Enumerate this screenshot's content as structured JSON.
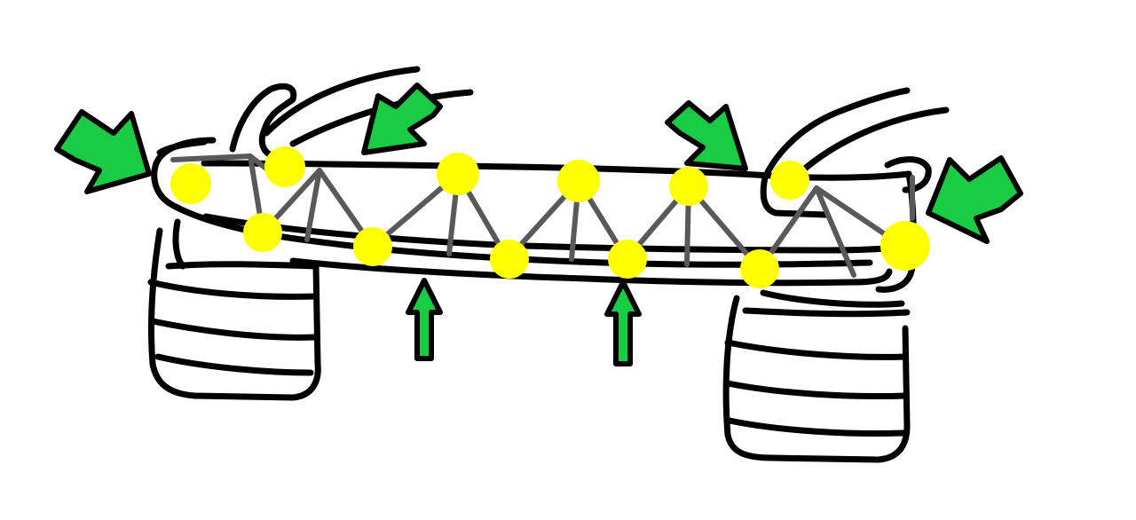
{
  "colors": {
    "background": "#ffffff",
    "outline": "#000000",
    "joints": "#ffff00",
    "links": "#595959",
    "arrows": "#19cc44",
    "arrow_outline": "#000000"
  },
  "icons": {
    "joint": "yellow-dot",
    "side_arrow": "green-block-arrow",
    "push_arrow": "green-up-arrow"
  }
}
